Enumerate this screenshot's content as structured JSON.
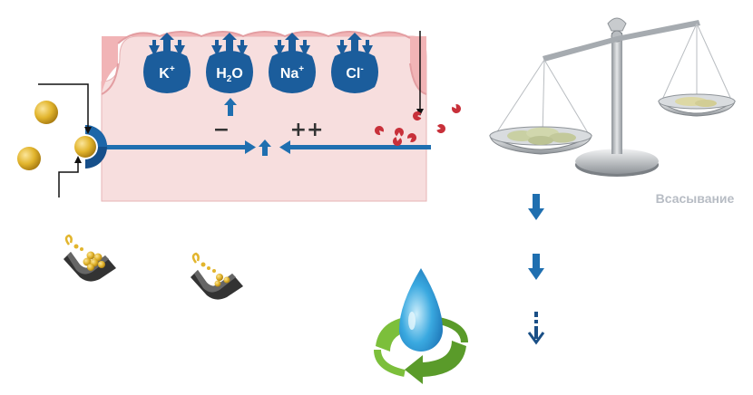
{
  "ions": [
    {
      "base": "K",
      "sup": "+",
      "sub": ""
    },
    {
      "base": "H",
      "sup": "",
      "sub": "2",
      "tail": "O"
    },
    {
      "base": "Na",
      "sup": "+",
      "sub": ""
    },
    {
      "base": "Cl",
      "sup": "-",
      "sub": ""
    }
  ],
  "signs": {
    "minus": "−",
    "plus": "++"
  },
  "scale": {
    "caption": "Всасывание"
  },
  "colors": {
    "ion_blue": "#1b5d9c",
    "tissue_pink": "#f7dede",
    "villi_pink": "#f1b4b6",
    "arrow_blue": "#1f6fb0",
    "gold": "#e2b52d",
    "bead_red": "#c8303a",
    "drop_blue": "#3aa9e0",
    "cycle_green": "#7cbf3b",
    "scale_gray": "#9ea3a8"
  },
  "icons": [
    "transporter-icon",
    "nutrient-granule-icon",
    "tablet-scoop-icon",
    "balance-scale-icon",
    "water-drop-icon",
    "recycle-arrows-icon",
    "down-arrow-icon"
  ]
}
